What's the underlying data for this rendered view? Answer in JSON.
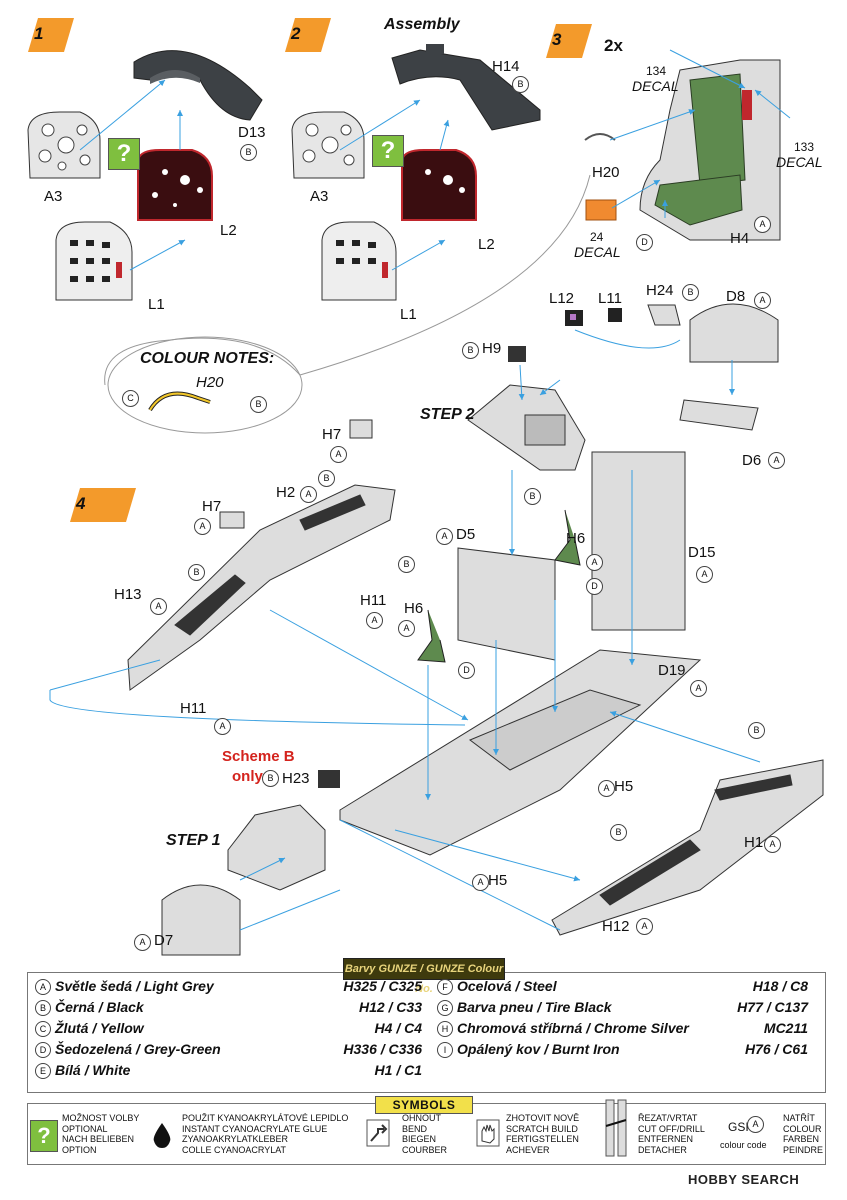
{
  "header": {
    "assembly_title": "Assembly"
  },
  "steps": {
    "s1": "1",
    "s2": "2",
    "s3": "3",
    "s4": "4",
    "step2_label": "STEP 2",
    "step1_label": "STEP 1"
  },
  "accent_colors": {
    "step_tag": "#f39a2b",
    "seat_green": "#5e8a4e",
    "instrument_red": "#c0272d",
    "question_green": "#7fbf3f",
    "drop_yellow": "#c8c238"
  },
  "parts": {
    "A3a": "A3",
    "A3b": "A3",
    "D13": "D13",
    "H14": "H14",
    "L1a": "L1",
    "L1b": "L1",
    "L2a": "L2",
    "L2b": "L2",
    "H20": "H20",
    "H4": "H4",
    "L12": "L12",
    "L11": "L11",
    "H24": "H24",
    "D8": "D8",
    "H9": "H9",
    "D6": "D6",
    "H7a": "H7",
    "H7b": "H7",
    "H2": "H2",
    "H13": "H13",
    "H11a": "H11",
    "H11b": "H11",
    "D5": "D5",
    "H6a": "H6",
    "H6b": "H6",
    "D15": "D15",
    "D19": "D19",
    "H23": "H23",
    "H5a": "H5",
    "H5b": "H5",
    "H1": "H1",
    "H12": "H12",
    "D7": "D7"
  },
  "decals": {
    "qty": "2x",
    "d134_num": "134",
    "d134_txt": "DECAL",
    "d133_num": "133",
    "d133_txt": "DECAL",
    "d24_num": "24",
    "d24_txt": "DECAL"
  },
  "colour_notes": {
    "title": "COLOUR NOTES:",
    "part": "H20"
  },
  "scheme_b": {
    "line1": "Scheme B",
    "line2": "only"
  },
  "colour_table": {
    "title": "Barvy GUNZE / GUNZE Colour No.",
    "left": [
      {
        "key": "A",
        "name": "Světle šedá / Light Grey",
        "code": "H325 / C325"
      },
      {
        "key": "B",
        "name": "Černá / Black",
        "code": "H12 / C33"
      },
      {
        "key": "C",
        "name": "Žlutá / Yellow",
        "code": "H4 / C4"
      },
      {
        "key": "D",
        "name": "Šedozelená / Grey-Green",
        "code": "H336 / C336"
      },
      {
        "key": "E",
        "name": "Bílá / White",
        "code": "H1 / C1"
      }
    ],
    "right": [
      {
        "key": "F",
        "name": "Ocelová / Steel",
        "code": "H18 / C8"
      },
      {
        "key": "G",
        "name": "Barva pneu / Tire Black",
        "code": "H77 / C137"
      },
      {
        "key": "H",
        "name": "Chromová stříbrná / Chrome Silver",
        "code": "MC211"
      },
      {
        "key": "I",
        "name": "Opálený kov / Burnt Iron",
        "code": "H76 / C61"
      }
    ]
  },
  "symbols": {
    "title": "SYMBOLS",
    "optional": "MOŽNOST VOLBY\nOPTIONAL\nNACH BELIEBEN\nOPTION",
    "glue": "POUŽIT KYANOAKRYLÁTOVÉ LEPIDLO\nINSTANT CYANOACRYLATE GLUE\nZYANOAKRYLATKLEBER\nCOLLE CYANOACRYLAT",
    "bend": "OHNOUT\nBEND\nBIEGEN\nCOURBER",
    "scratch": "ZHOTOVIT NOVĚ\nSCRATCH BUILD\nFERTIGSTELLEN\nACHEVER",
    "cut": "ŘEZAT/VRTAT\nCUT OFF/DRILL\nENTFERNEN\nDETACHER",
    "gsi": "GSI",
    "gsi_caption": "colour code",
    "gsi_key": "A",
    "paint": "NATŘÍT\nCOLOUR\nFARBEN\nPEINDRE"
  },
  "watermark": "HOBBY SEARCH"
}
